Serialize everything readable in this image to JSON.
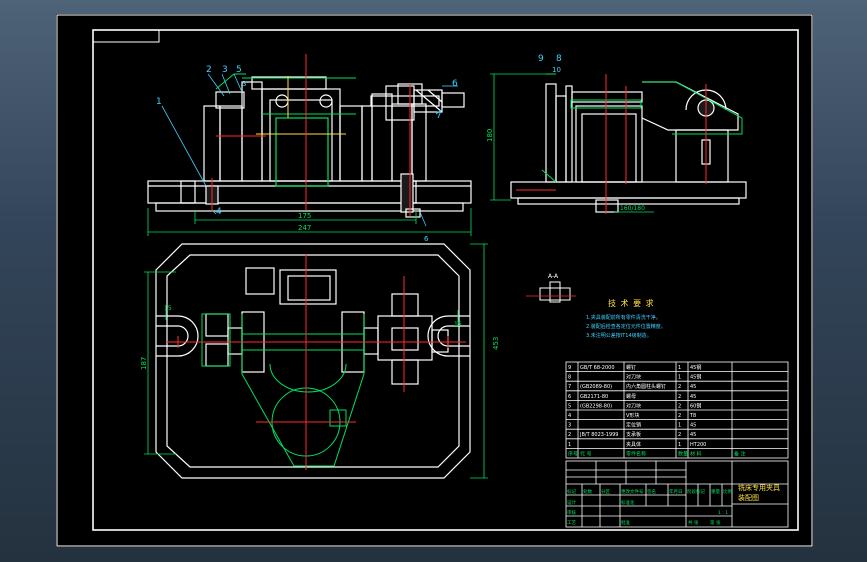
{
  "colors": {
    "background": "#000000",
    "outline": "#ffffff",
    "centerline": "#ff2a2a",
    "dimension": "#00e060",
    "highlight": "#00ff66",
    "leader": "#40d0ff",
    "accent": "#ffe040",
    "magenta": "#ff40ff"
  },
  "balloons": {
    "front": [
      "2",
      "3",
      "5",
      "1",
      "3",
      "4",
      "7",
      "6"
    ],
    "side": [
      "9",
      "8",
      "10"
    ],
    "base": [
      "6"
    ]
  },
  "dims": {
    "d175": "175",
    "d247": "247",
    "d180": "180",
    "d160": "160/180",
    "d187": "187",
    "d453": "453",
    "d15a": "15",
    "d15b": "15",
    "section": "A-A"
  },
  "tech": {
    "title": "技 术 要 求",
    "lines": [
      "1.夹具装配前所有零件清洗干净。",
      "2.装配后检查各定位元件位置精度。",
      "3.未注明公差按IT14级制造。"
    ]
  },
  "bom": {
    "rows": [
      [
        "9",
        "GB/T 68-2000",
        "螺钉",
        "1",
        "45钢",
        ""
      ],
      [
        "8",
        "",
        "对刀块",
        "1",
        "45钢",
        ""
      ],
      [
        "7",
        "(GB2089-80)",
        "内六角圆柱头螺钉",
        "2",
        "45",
        ""
      ],
      [
        "6",
        "GB2171-80",
        "螺母",
        "2",
        "45",
        ""
      ],
      [
        "5",
        "(GB2298-80)",
        "对刀块",
        "2",
        "60钢",
        ""
      ],
      [
        "4",
        "",
        "V形块",
        "2",
        "T8",
        ""
      ],
      [
        "3",
        "",
        "定位销",
        "1",
        "45",
        ""
      ],
      [
        "2",
        "JB/T 8023-1999",
        "支承板",
        "2",
        "45",
        ""
      ],
      [
        "1",
        "",
        "夹具体",
        "1",
        "HT200",
        ""
      ]
    ],
    "header": [
      "序号",
      "代 号",
      "零件名称",
      "数量",
      "材 料",
      "备 注"
    ]
  },
  "titleblock": {
    "name": "铣床专用夹具",
    "subname": "装配图",
    "labels": [
      "标记",
      "处数",
      "分区",
      "更改文件号",
      "签名",
      "年月日"
    ],
    "roles": [
      "设计",
      "审核",
      "工艺"
    ],
    "standard": "标准化",
    "approve": "批准",
    "stages": [
      "阶段标记",
      "重量",
      "比例"
    ],
    "scale": "1 : 1",
    "sheet": [
      "共 张",
      "第 张"
    ]
  }
}
